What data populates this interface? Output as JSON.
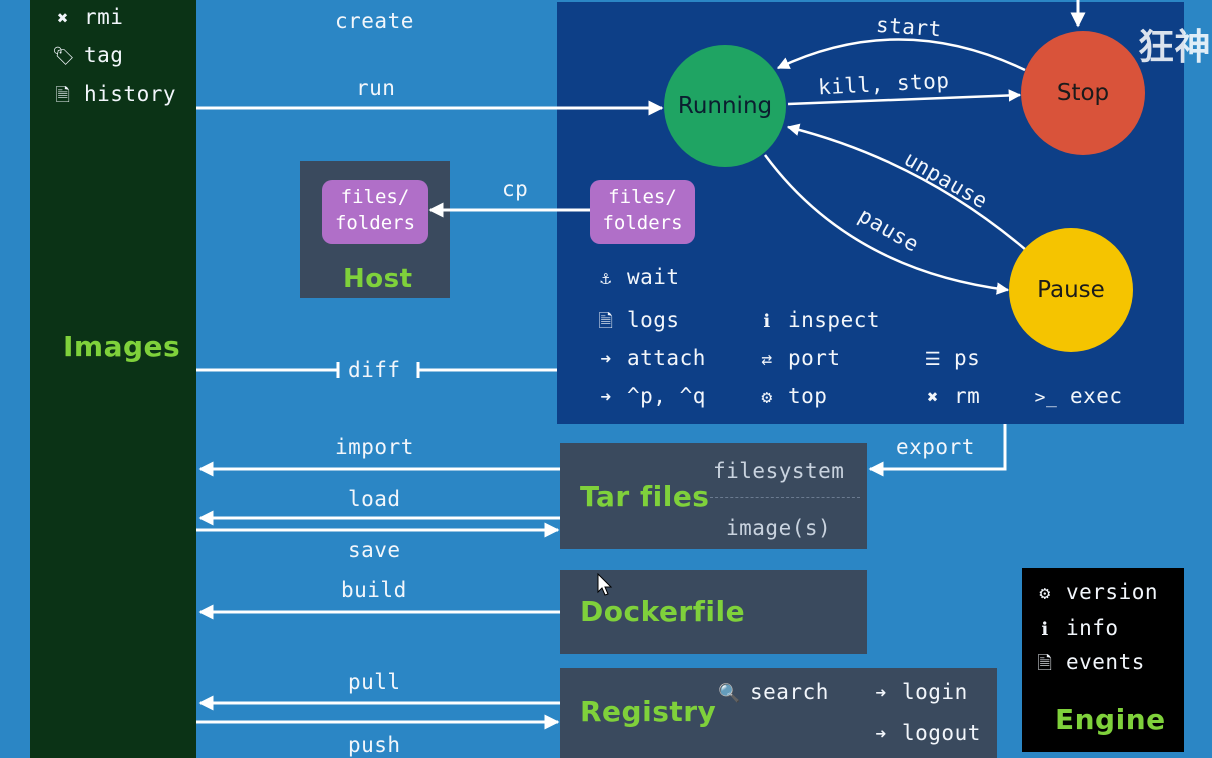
{
  "images_panel": {
    "title": "Images",
    "commands": [
      {
        "icon": "close-icon",
        "label": "rmi"
      },
      {
        "icon": "tag-icon",
        "label": "tag"
      },
      {
        "icon": "document-icon",
        "label": "history"
      }
    ]
  },
  "arrows": {
    "create": "create",
    "run": "run",
    "cp": "cp",
    "diff": "diff",
    "import": "import",
    "load": "load",
    "save": "save",
    "build": "build",
    "pull": "pull",
    "push": "push",
    "export": "export",
    "start": "start",
    "kill_stop": "kill, stop",
    "unpause": "unpause",
    "pause": "pause"
  },
  "host": {
    "title": "Host",
    "chip": "files/\nfolders"
  },
  "container": {
    "chip": "files/\nfolders",
    "states": {
      "running": "Running",
      "stop": "Stop",
      "pause": "Pause"
    },
    "state_colors": {
      "running": "#1fa463",
      "stop": "#d9533a",
      "pause": "#f5c400"
    },
    "commands": [
      {
        "icon": "anchor-icon",
        "label": "wait"
      },
      {
        "icon": "document-icon",
        "label": "logs"
      },
      {
        "icon": "info-icon",
        "label": "inspect"
      },
      {
        "icon": "login-icon",
        "label": "attach"
      },
      {
        "icon": "swap-icon",
        "label": "port"
      },
      {
        "icon": "list-icon",
        "label": "ps"
      },
      {
        "icon": "logout-icon",
        "label": "^p, ^q"
      },
      {
        "icon": "gears-icon",
        "label": "top"
      },
      {
        "icon": "close-icon",
        "label": "rm"
      },
      {
        "icon": "terminal-icon",
        "label": "exec"
      }
    ]
  },
  "tar": {
    "title": "Tar files",
    "filesystem": "filesystem",
    "images": "image(s)"
  },
  "dockerfile": {
    "title": "Dockerfile"
  },
  "registry": {
    "title": "Registry",
    "search": "search",
    "login": "login",
    "logout": "logout"
  },
  "engine": {
    "title": "Engine",
    "commands": [
      {
        "icon": "gear-icon",
        "label": "version"
      },
      {
        "icon": "info-icon",
        "label": "info"
      },
      {
        "icon": "document-icon",
        "label": "events"
      }
    ]
  },
  "watermark": "狂神",
  "colors": {
    "background": "#2b86c5",
    "container": "#0d3f87",
    "images": "#0b3316",
    "panel": "#3a4a5e",
    "accent_green": "#7fd13b",
    "chip": "#b06fc8"
  }
}
